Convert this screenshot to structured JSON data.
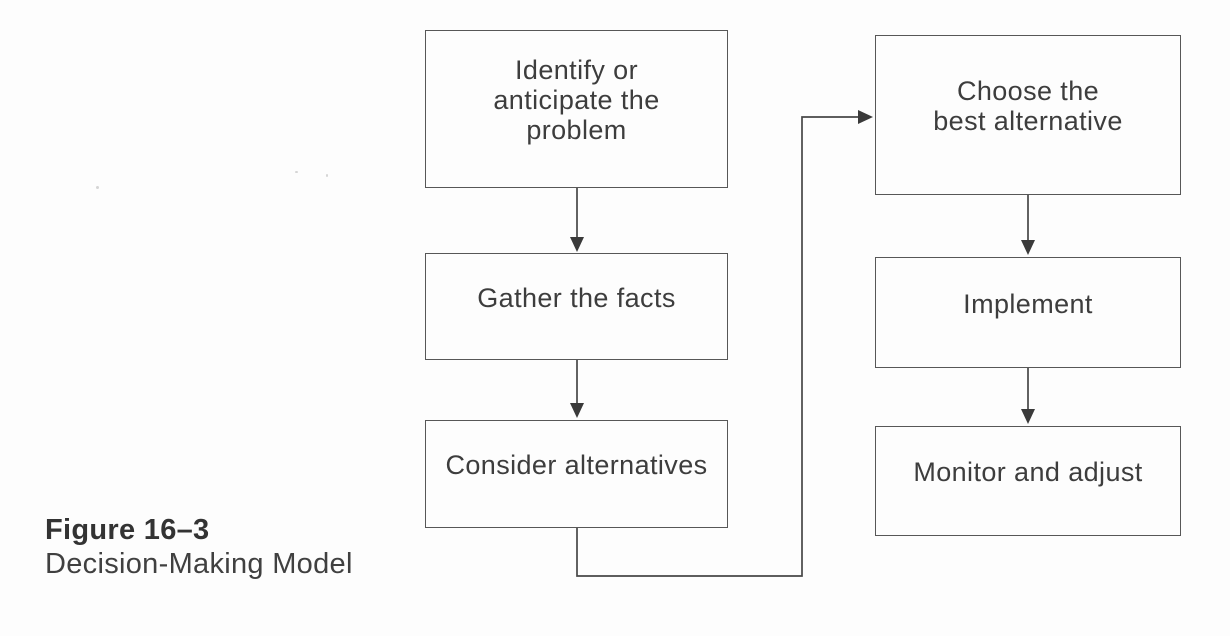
{
  "figure_caption": {
    "title": "Figure 16–3",
    "subtitle": "Decision-Making Model"
  },
  "flowchart": {
    "nodes": [
      {
        "id": "identify-problem",
        "label": "Identify or\nanticipate the\nproblem"
      },
      {
        "id": "gather-facts",
        "label": "Gather the facts"
      },
      {
        "id": "consider-alternatives",
        "label": "Consider alternatives"
      },
      {
        "id": "choose-best-alternative",
        "label": "Choose the\nbest alternative"
      },
      {
        "id": "implement",
        "label": "Implement"
      },
      {
        "id": "monitor-adjust",
        "label": "Monitor and adjust"
      }
    ],
    "edges": [
      {
        "from": "identify-problem",
        "to": "gather-facts"
      },
      {
        "from": "gather-facts",
        "to": "consider-alternatives"
      },
      {
        "from": "consider-alternatives",
        "to": "choose-best-alternative"
      },
      {
        "from": "choose-best-alternative",
        "to": "implement"
      },
      {
        "from": "implement",
        "to": "monitor-adjust"
      }
    ],
    "colors": {
      "line": "#474747",
      "arrowhead": "#3a3a3a",
      "box_border": "#575757",
      "text": "#3d3d3d",
      "background": "#fdfdfd"
    }
  }
}
